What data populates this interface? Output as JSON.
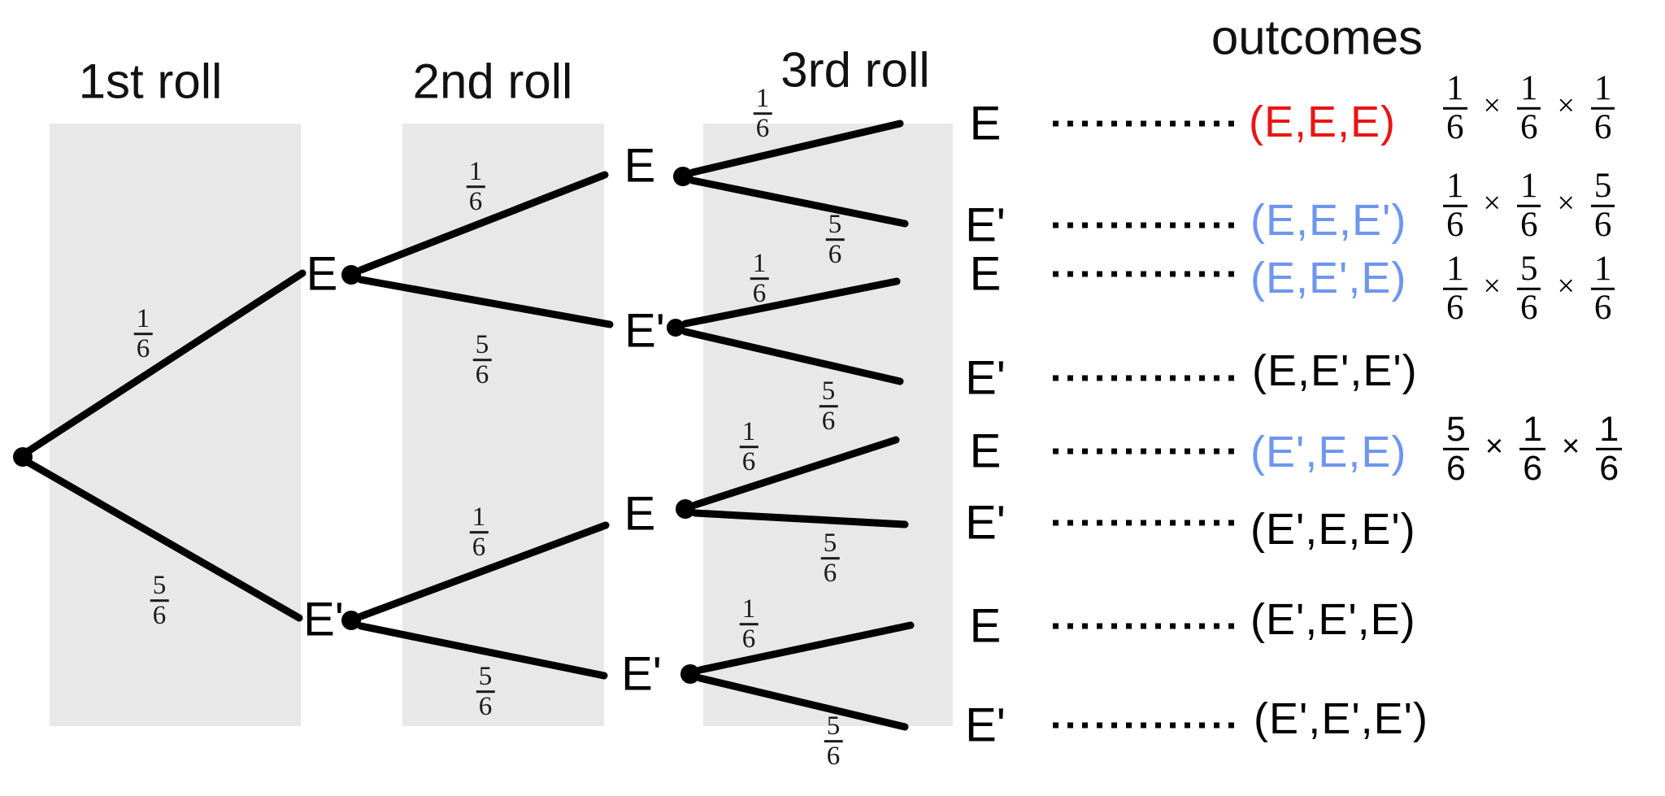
{
  "colors": {
    "red": "#ea1515",
    "blue": "#6e96ee",
    "black": "#000000",
    "band_gray": "#e8e8e8"
  },
  "headers": {
    "first_roll": "1st roll",
    "second_roll": "2nd roll",
    "third_roll": "3rd roll",
    "outcomes": "outcomes"
  },
  "symbols": {
    "times": "×"
  },
  "prob": {
    "low": {
      "num": "1",
      "den": "6"
    },
    "high": {
      "num": "5",
      "den": "6"
    }
  },
  "tree": {
    "level2_nodes": [
      {
        "label": "E"
      },
      {
        "label": "E'"
      }
    ],
    "level3_nodes": [
      {
        "label": "E"
      },
      {
        "label": "E'"
      },
      {
        "label": "E"
      },
      {
        "label": "E'"
      }
    ]
  },
  "rows": [
    {
      "leaf": "E",
      "outcome": "(E,E,E)",
      "color": "red"
    },
    {
      "leaf": "E'",
      "outcome": "(E,E,E')",
      "color": "blue"
    },
    {
      "leaf": "E",
      "outcome": "(E,E',E)",
      "color": "blue"
    },
    {
      "leaf": "E'",
      "outcome": "(E,E',E')",
      "color": "black"
    },
    {
      "leaf": "E",
      "outcome": "(E',E,E)",
      "color": "blue"
    },
    {
      "leaf": "E'",
      "outcome": "(E',E,E')",
      "color": "black"
    },
    {
      "leaf": "E",
      "outcome": "(E',E',E)",
      "color": "black"
    },
    {
      "leaf": "E'",
      "outcome": "(E',E',E')",
      "color": "black"
    }
  ],
  "formulas": [
    {
      "aligned_outcome": "(E,E,E)",
      "terms": [
        {
          "num": "1",
          "den": "6"
        },
        {
          "num": "1",
          "den": "6"
        },
        {
          "num": "1",
          "den": "6"
        }
      ]
    },
    {
      "aligned_outcome": "(E,E,E')",
      "terms": [
        {
          "num": "1",
          "den": "6"
        },
        {
          "num": "1",
          "den": "6"
        },
        {
          "num": "5",
          "den": "6"
        }
      ]
    },
    {
      "aligned_outcome": "(E,E',E)",
      "terms": [
        {
          "num": "1",
          "den": "6"
        },
        {
          "num": "5",
          "den": "6"
        },
        {
          "num": "1",
          "den": "6"
        }
      ]
    },
    {
      "aligned_outcome": "(E',E,E)",
      "terms": [
        {
          "num": "5",
          "den": "6"
        },
        {
          "num": "1",
          "den": "6"
        },
        {
          "num": "1",
          "den": "6"
        }
      ]
    }
  ]
}
